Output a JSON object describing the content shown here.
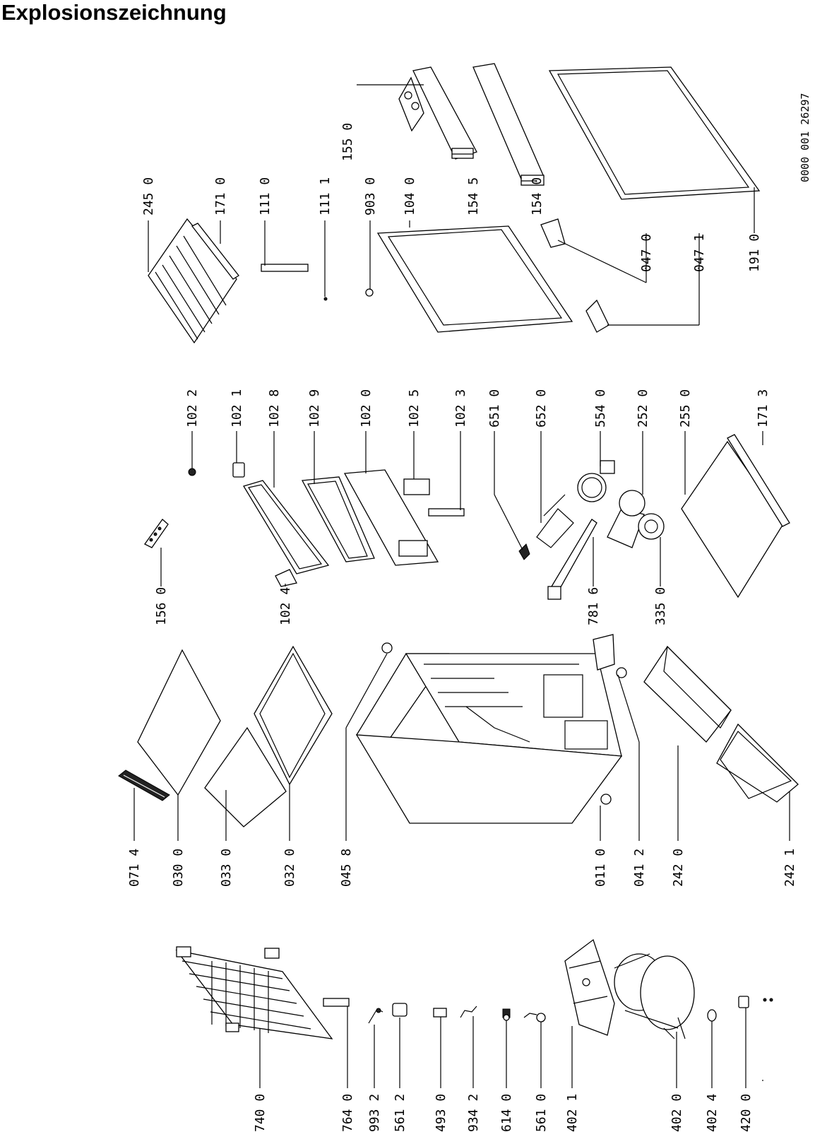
{
  "title": "Explosionszeichnung",
  "document_number": "0000 001 26297",
  "labels": {
    "740_0": "740 0",
    "764_0": "764 0",
    "993_2": "993 2",
    "561_2": "561 2",
    "493_0": "493 0",
    "934_2": "934 2",
    "614_0": "614 0",
    "561_0": "561 0",
    "402_1": "402 1",
    "402_0": "402 0",
    "402_4": "402 4",
    "420_0": "420 0",
    "071_4": "071 4",
    "030_0": "030 0",
    "033_0": "033 0",
    "032_0": "032 0",
    "045_8": "045 8",
    "011_0": "011 0",
    "041_2": "041 2",
    "242_0": "242 0",
    "242_1": "242 1",
    "156_0": "156 0",
    "102_4": "102 4",
    "102_2": "102 2",
    "102_1": "102 1",
    "102_8": "102 8",
    "102_9": "102 9",
    "102_0": "102 0",
    "102_5": "102 5",
    "102_3": "102 3",
    "651_0": "651 0",
    "652_0": "652 0",
    "554_0": "554 0",
    "252_0": "252 0",
    "255_0": "255 0",
    "171_3": "171 3",
    "781_6": "781 6",
    "335_0": "335 0",
    "245_0": "245 0",
    "171_0": "171 0",
    "111_0": "111 0",
    "111_1": "111 1",
    "903_0": "903 0",
    "104_0": "104 0",
    "155_0": "155 0",
    "154_5": "154 5",
    "154_0": "154 0",
    "047_0": "047 0",
    "047_1": "047 1",
    "191_0": "191 0"
  }
}
